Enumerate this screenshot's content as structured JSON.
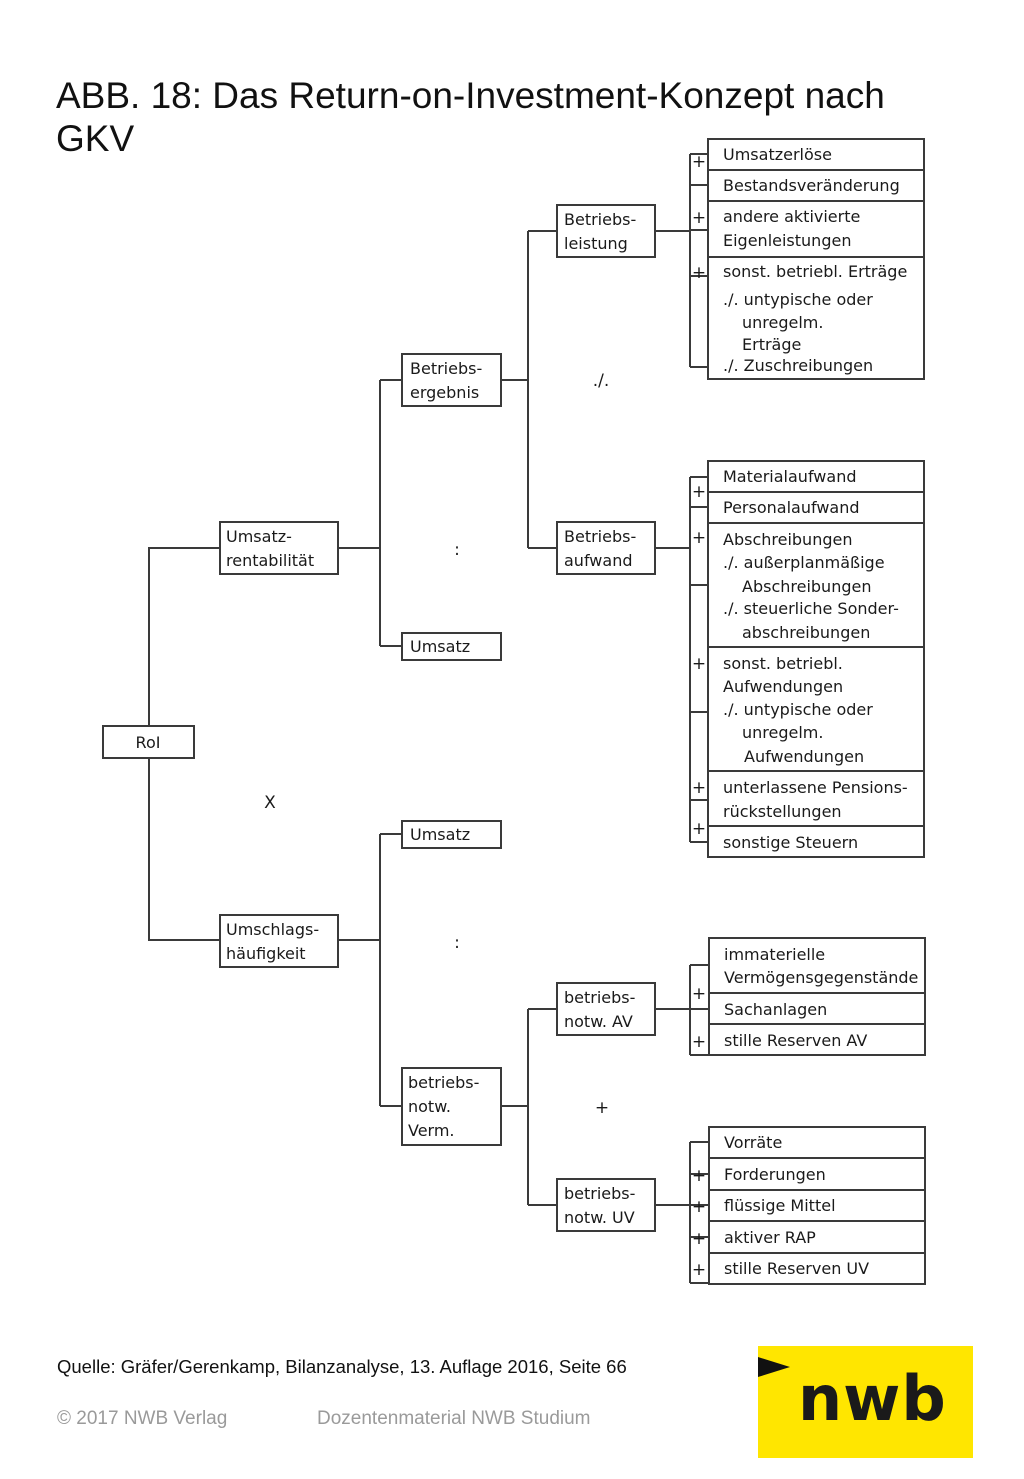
{
  "title": "ABB. 18: Das Return-on-Investment-Konzept nach GKV",
  "diagram": {
    "root": "RoI",
    "operators": {
      "multiply": "X",
      "divide": ":",
      "minus": "./.",
      "plus": "+"
    },
    "level1": [
      "Umsatz-",
      "rentabilität",
      "Umschlags-",
      "häufigkeit"
    ],
    "level2": [
      "Betriebs-",
      "ergebnis",
      "Umsatz",
      "Umsatz",
      "betriebs-",
      "notw.",
      "Verm."
    ],
    "level3": [
      "Betriebs-",
      "leistung",
      "Betriebs-",
      "aufwand",
      "betriebs-",
      "notw. AV",
      "betriebs-",
      "notw. UV"
    ],
    "leistung_items": [
      "Umsatzerlöse",
      "Bestandsveränderung",
      "andere aktivierte",
      "Eigenleistungen",
      "sonst. betriebl. Erträge",
      "./. untypische oder",
      "unregelm.",
      "Erträge",
      "./. Zuschreibungen"
    ],
    "aufwand_items": [
      "Materialaufwand",
      "Personalaufwand",
      "Abschreibungen",
      "./. außerplanmäßige",
      "Abschreibungen",
      "./. steuerliche Sonder-",
      "abschreibungen",
      "sonst. betriebl.",
      "Aufwendungen",
      "./. untypische oder",
      "unregelm.",
      "Aufwendungen",
      "unterlassene Pensions-",
      "rückstellungen",
      "sonstige Steuern"
    ],
    "av_items": [
      "immaterielle",
      "Vermögensgegenstände",
      "Sachanlagen",
      "stille Reserven AV"
    ],
    "uv_items": [
      "Vorräte",
      "Forderungen",
      "flüssige Mittel",
      "aktiver RAP",
      "stille Reserven UV"
    ]
  },
  "source": "Quelle: Gräfer/Gerenkamp, Bilanzanalyse, 13. Auflage 2016, Seite 66",
  "footer": {
    "copyright": "© 2017 NWB Verlag",
    "material": "Dozentenmaterial NWB Studium"
  },
  "logo": "nwb"
}
